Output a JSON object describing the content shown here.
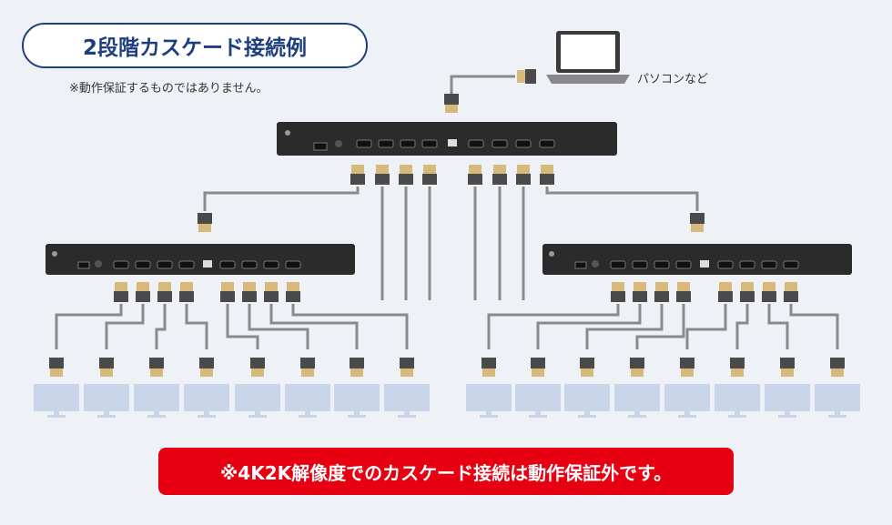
{
  "title": "2段階カスケード接続例",
  "note": "※動作保証するものではありません。",
  "pc_label": "パソコンなど",
  "warning": "※4K2K解像度でのカスケード接続は動作保証外です。",
  "colors": {
    "title_border": "#1e3e7e",
    "warning_bg": "#e60012",
    "cable": "#8a8a8a",
    "connector_gold": "#d7b97c",
    "device_body": "#2b2b2b",
    "monitor": "#c9d6ea"
  },
  "icons": [
    "laptop-icon",
    "hdmi-splitter-icon",
    "hdmi-connector-icon",
    "monitor-icon"
  ]
}
